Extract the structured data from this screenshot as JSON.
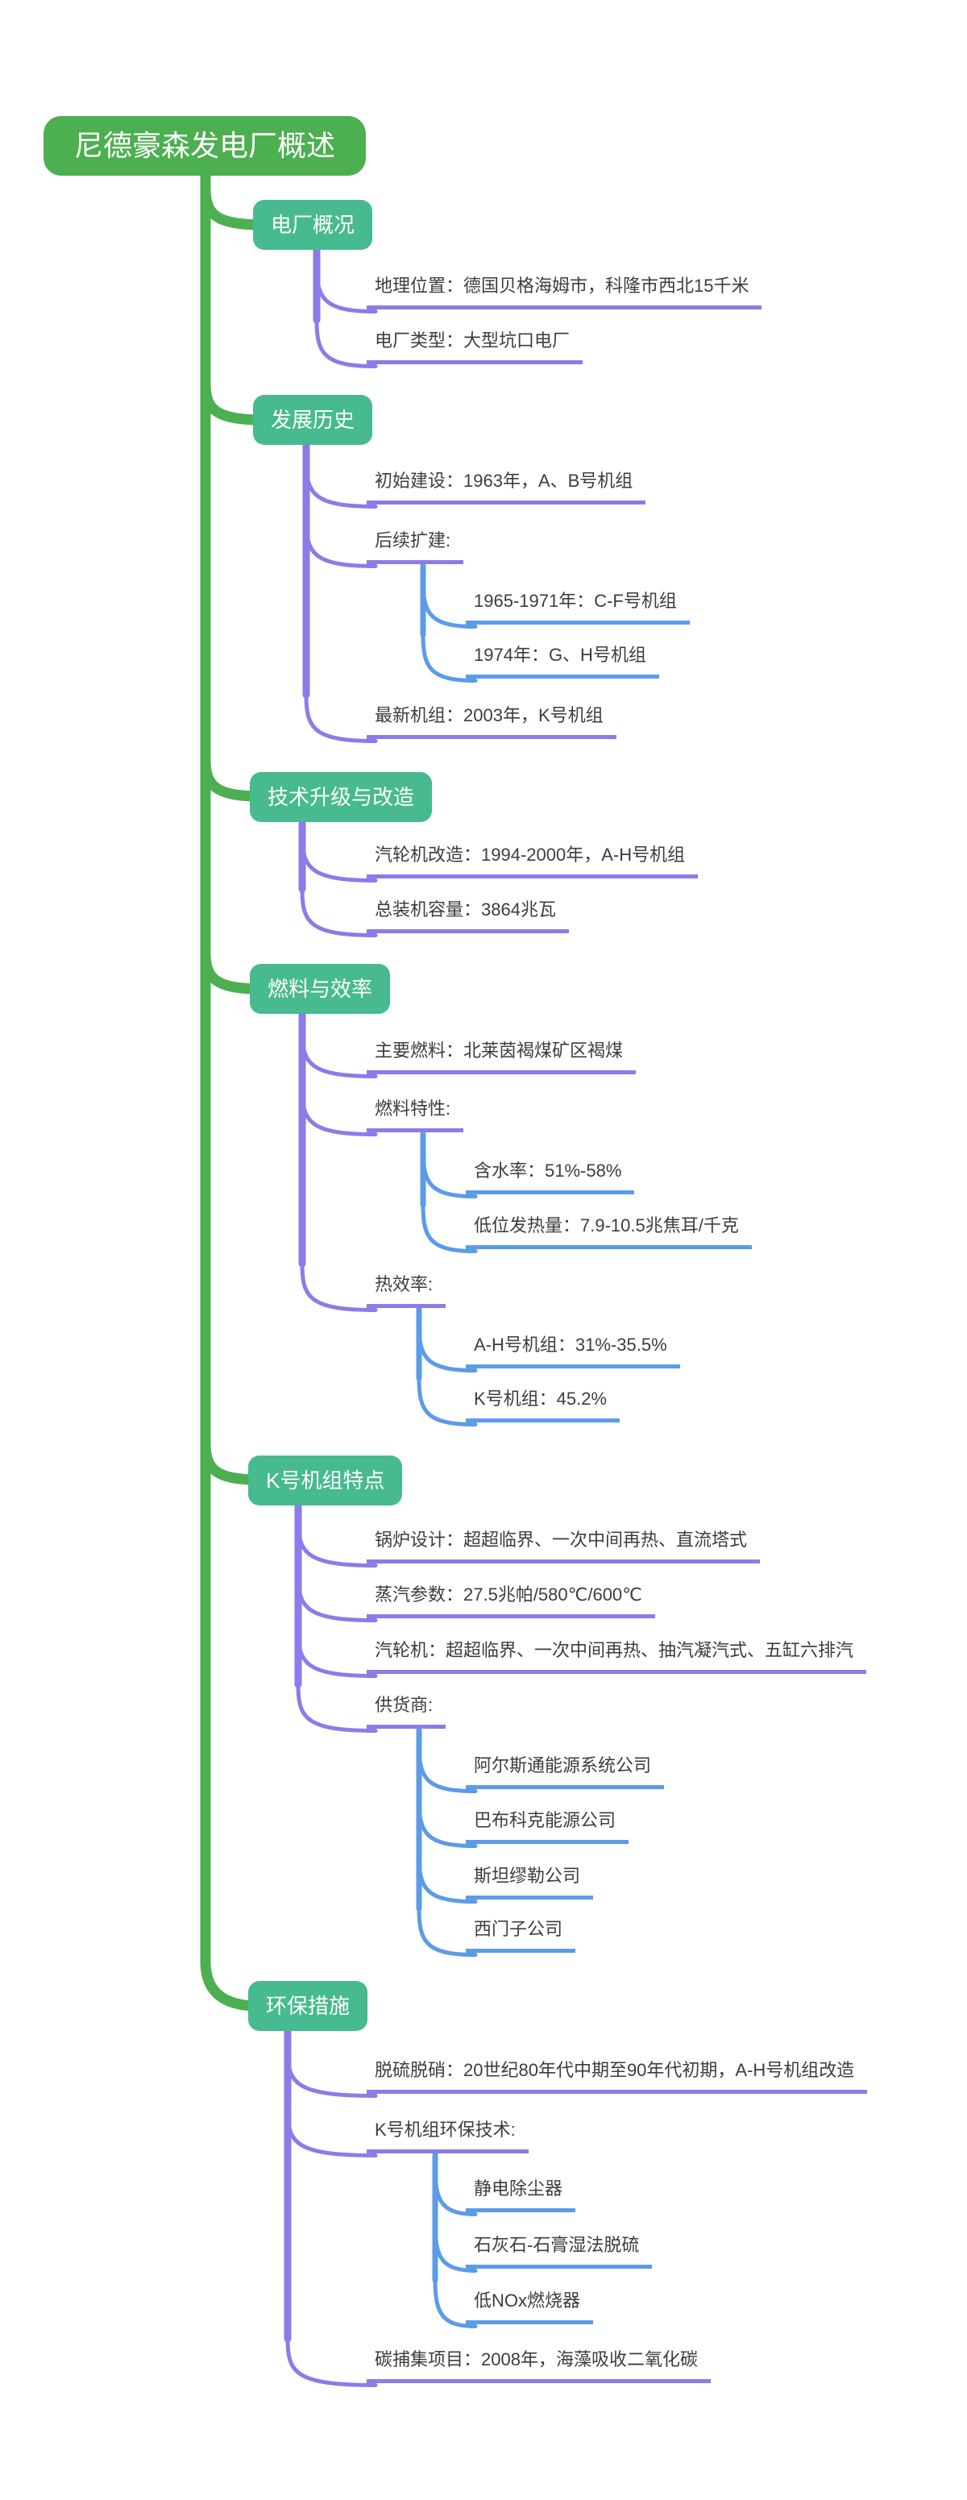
{
  "root": {
    "label": "尼德豪森发电厂概述"
  },
  "branches": [
    {
      "label": "电厂概况",
      "children": [
        {
          "label": "地理位置：德国贝格海姆市，科隆市西北15千米"
        },
        {
          "label": "电厂类型：大型坑口电厂"
        }
      ]
    },
    {
      "label": "发展历史",
      "children": [
        {
          "label": "初始建设：1963年，A、B号机组"
        },
        {
          "label": "后续扩建:",
          "children": [
            {
              "label": "1965-1971年：C-F号机组"
            },
            {
              "label": "1974年：G、H号机组"
            }
          ]
        },
        {
          "label": "最新机组：2003年，K号机组"
        }
      ]
    },
    {
      "label": "技术升级与改造",
      "children": [
        {
          "label": "汽轮机改造：1994-2000年，A-H号机组"
        },
        {
          "label": "总装机容量：3864兆瓦"
        }
      ]
    },
    {
      "label": "燃料与效率",
      "children": [
        {
          "label": "主要燃料：北莱茵褐煤矿区褐煤"
        },
        {
          "label": "燃料特性:",
          "children": [
            {
              "label": "含水率：51%-58%"
            },
            {
              "label": "低位发热量：7.9-10.5兆焦耳/千克"
            }
          ]
        },
        {
          "label": "热效率:",
          "children": [
            {
              "label": "A-H号机组：31%-35.5%"
            },
            {
              "label": "K号机组：45.2%"
            }
          ]
        }
      ]
    },
    {
      "label": "K号机组特点",
      "children": [
        {
          "label": "锅炉设计：超超临界、一次中间再热、直流塔式"
        },
        {
          "label": "蒸汽参数：27.5兆帕/580℃/600℃"
        },
        {
          "label": "汽轮机：超超临界、一次中间再热、抽汽凝汽式、五缸六排汽"
        },
        {
          "label": "供货商:",
          "children": [
            {
              "label": "阿尔斯通能源系统公司"
            },
            {
              "label": "巴布科克能源公司"
            },
            {
              "label": "斯坦缪勒公司"
            },
            {
              "label": "西门子公司"
            }
          ]
        }
      ]
    },
    {
      "label": "环保措施",
      "children": [
        {
          "label": "脱硫脱硝：20世纪80年代中期至90年代初期，A-H号机组改造"
        },
        {
          "label": "K号机组环保技术:",
          "children": [
            {
              "label": "静电除尘器"
            },
            {
              "label": "石灰石-石膏湿法脱硫"
            },
            {
              "label": "低NOx燃烧器"
            }
          ]
        },
        {
          "label": "碳捕集项目：2008年，海藻吸收二氧化碳"
        }
      ]
    }
  ],
  "colors": {
    "root_node": "#4CAF50",
    "branch_node": "#47BA8F",
    "level2_line": "#8C7BE8",
    "level3_line": "#5B9BE8",
    "text": "#3D3D3D"
  }
}
